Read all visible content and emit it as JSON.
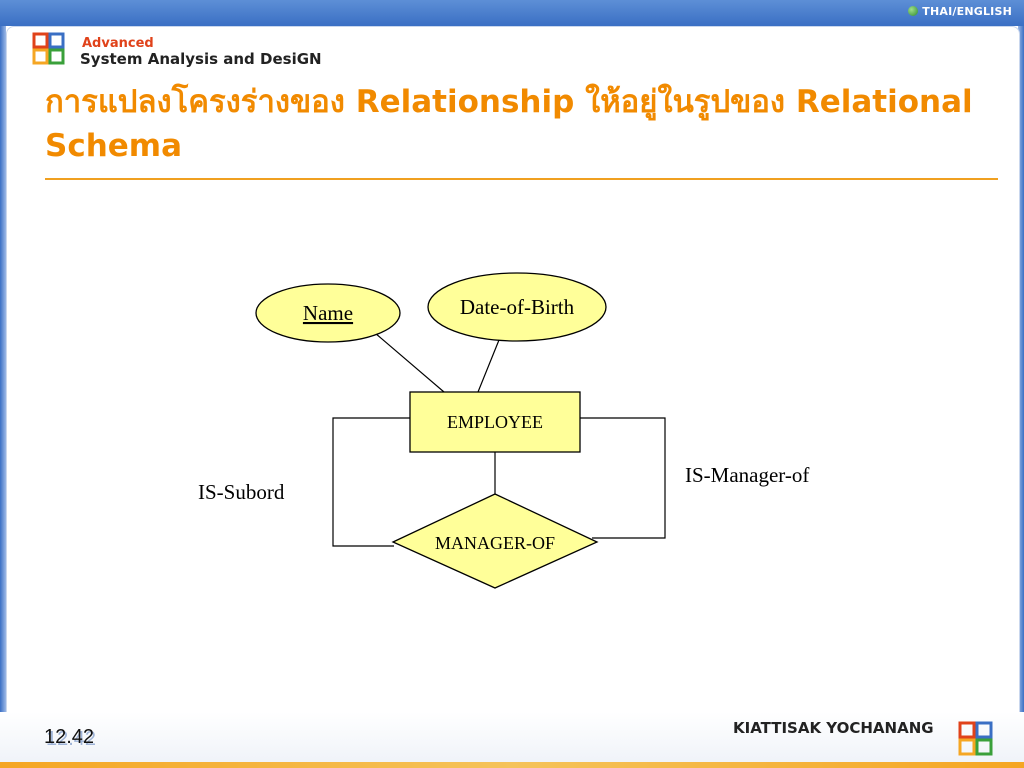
{
  "header": {
    "lang_switch": "THAI/ENGLISH",
    "brand_line1": "Advanced",
    "brand_line2": "System Analysis and DesiGN"
  },
  "slide": {
    "title": "การแปลงโครงร่างของ Relationship ให้อยู่ในรูปของ Relational Schema"
  },
  "diagram": {
    "entity": "EMPLOYEE",
    "attributes": [
      "Name",
      "Date-of-Birth"
    ],
    "key_attribute": "Name",
    "relationship": "MANAGER-OF",
    "roles": [
      "IS-Subord",
      "IS-Manager-of"
    ],
    "colors": {
      "fill": "#ffff99",
      "stroke": "#000000"
    }
  },
  "footer": {
    "page_number": "12.42",
    "author": "KIATTISAK YOCHANANG"
  },
  "colors": {
    "title": "#f18a00",
    "topbar": "#3a6fc4",
    "accent_band": "#f5a623"
  },
  "icons": [
    "globe-icon",
    "brand-logo-icon"
  ]
}
